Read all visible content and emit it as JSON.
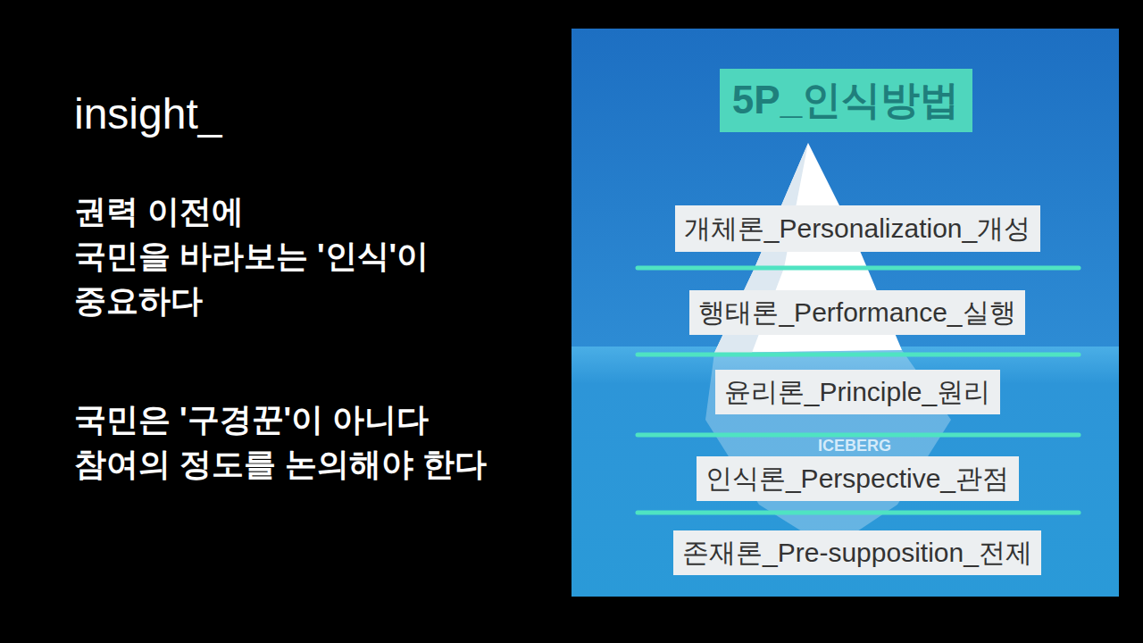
{
  "diagram": {
    "title": "insight_",
    "nodes": [
      {
        "text": [
          "5P_인식방법"
        ]
      },
      {
        "text": [
          "개체론_Personalization_개성"
        ]
      },
      {
        "text": [
          "행태론_Performance_실행"
        ]
      },
      {
        "text": [
          "윤리론_Principle_원리"
        ]
      },
      {
        "text": [
          "인식론_Perspective_관점"
        ]
      },
      {
        "text": [
          "존재론_Pre-supposition_전제"
        ]
      }
    ],
    "labels": [
      "권력 이전에 국민을 바라보는 '인식'이 중요하다",
      "국민은 '구경꾼'이 아니다 참여의 정도를 논의해야 한다",
      "ICEBERG"
    ]
  }
}
